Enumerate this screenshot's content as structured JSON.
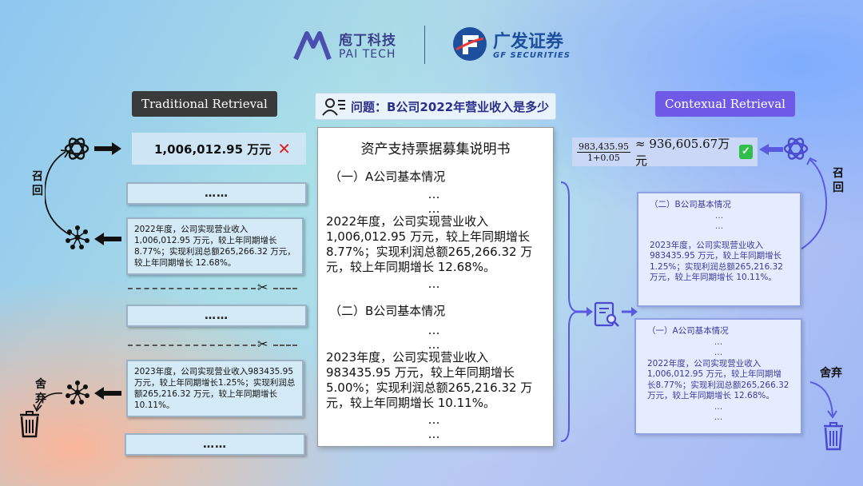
{
  "header": {
    "pai_name": "庖丁科技",
    "pai_sub": "PAI TECH",
    "gf_name": "广发证券",
    "gf_sub": "GF SECURITIES"
  },
  "labels": {
    "traditional": "Traditional Retrieval",
    "contextual": "Contexual Retrieval",
    "question": "问题：B公司2022年营业收入是多少"
  },
  "left": {
    "answer_value": "1,006,012.95 万元",
    "wrong_mark": "✕",
    "recall_label": "召回",
    "discard_label": "舍弃",
    "dots": "……",
    "chunk1": "2022年度，公司实现营业收入1,006,012.95 万元，较上年同期增长8.77%；实现利润总额265,266.32 万元，较上年同期增长 12.68%。",
    "chunk2": "2023年度，公司实现营业收入983435.95 万元，较上年同期增长1.25%；实现利润总额265,216.32 万元，较上年同期增长 10.11%。"
  },
  "doc": {
    "title": "资产支持票据募集说明书",
    "sec_a": "（一）A公司基本情况",
    "ell": "…",
    "a_text": "2022年度，公司实现营业收入1,006,012.95 万元，较上年同期增长8.77%；实现利润总额265,266.32 万元，较上年同期增长 12.68%。",
    "sec_b": "（二）B公司基本情况",
    "b_text": "2023年度，公司实现营业收入983435.95 万元，较上年同期增长5.00%；实现利润总额265,216.32 万元，较上年同期增长 10.11%。"
  },
  "right": {
    "frac_num": "983,435.95",
    "frac_den": "1+0.05",
    "result": "≈ 936,605.67万元",
    "check_mark": "✓",
    "recall_label": "召回",
    "discard_label": "舍弃",
    "chunk_b_head": "（二）B公司基本情况",
    "chunk_b_text": "2023年度，公司实现营业收入983435.95 万元，较上年同期增长1.25%；实现利润总额265,216.32 万元，较上年同期增长 10.11%。",
    "chunk_a_head": "（一）A公司基本情况",
    "chunk_a_text": "2022年度，公司实现营业收入1,006,012.95 万元，较上年同期增长8.77%；实现利润总额265,266.32 万元，较上年同期增长 12.68%。",
    "ell": "…"
  },
  "icons": [
    "openai-icon",
    "embedding-model-icon",
    "trash-icon",
    "scissors-icon",
    "search-document-icon",
    "user-question-icon",
    "arrow-icon"
  ],
  "colors": {
    "accent_purple": "#6e5ae6",
    "dark_badge": "#3a3a3a",
    "wrong_red": "#e02020",
    "check_green": "#2fbf4a"
  }
}
